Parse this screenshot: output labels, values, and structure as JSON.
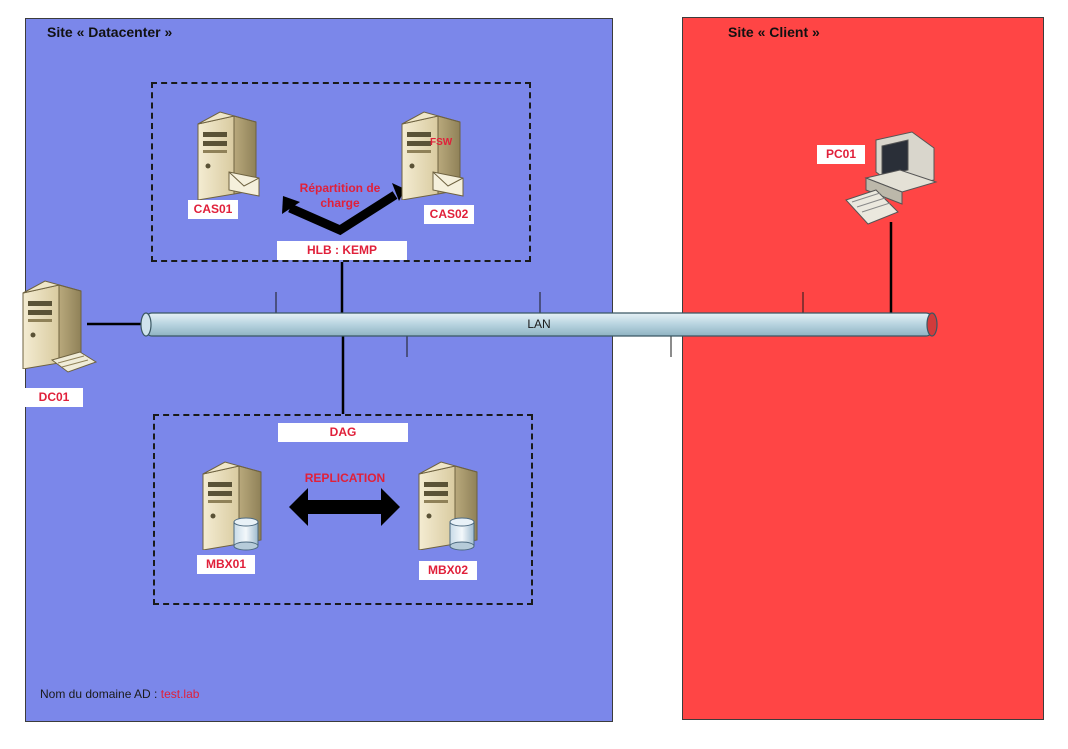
{
  "sites": {
    "datacenter": {
      "title": "Site « Datacenter »",
      "color": "#7b87ea"
    },
    "client": {
      "title": "Site « Client »",
      "color": "#ff4545"
    }
  },
  "network": {
    "lan_label": "LAN"
  },
  "groups": {
    "hlb": {
      "label": "HLB : KEMP"
    },
    "dag": {
      "label": "DAG"
    }
  },
  "servers": {
    "cas01": {
      "label": "CAS01",
      "icon": "mail-server-icon"
    },
    "cas02": {
      "label": "CAS02",
      "icon": "mail-server-icon",
      "role": "FSW"
    },
    "dc01": {
      "label": "DC01",
      "icon": "directory-server-icon"
    },
    "mbx01": {
      "label": "MBX01",
      "icon": "database-server-icon"
    },
    "mbx02": {
      "label": "MBX02",
      "icon": "database-server-icon"
    }
  },
  "client": {
    "pc01": {
      "label": "PC01",
      "icon": "desktop-computer-icon"
    }
  },
  "arrows": {
    "load_balancing": {
      "label": "Répartition de charge"
    },
    "replication": {
      "label": "REPLICATION"
    }
  },
  "footer": {
    "domain_prefix": "Nom du domaine  AD : ",
    "domain_value": "test.lab"
  },
  "colors": {
    "label_red": "#e0203a",
    "pipe": "#b7d3df"
  }
}
